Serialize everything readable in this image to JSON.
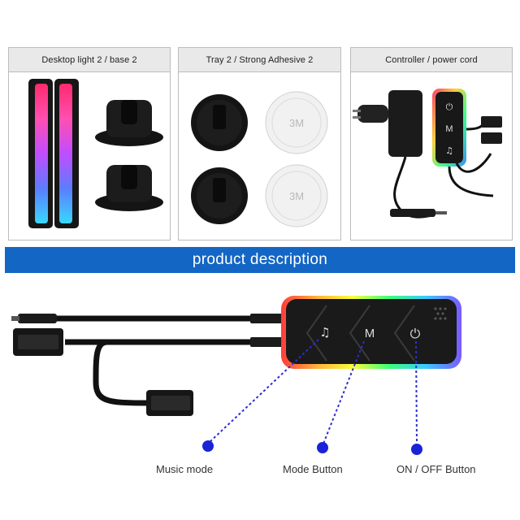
{
  "panels": [
    {
      "title": "Desktop light 2 / base 2"
    },
    {
      "title": "Tray 2 / Strong Adhesive 2"
    },
    {
      "title": "Controller / power cord"
    }
  ],
  "banner": {
    "title": "product description"
  },
  "controller": {
    "buttons": [
      {
        "icon": "music-note-icon",
        "glyph": "♫"
      },
      {
        "icon": "mode-m-icon",
        "glyph": "M"
      },
      {
        "icon": "power-icon",
        "glyph": "⏻"
      }
    ]
  },
  "callouts": {
    "music": "Music mode",
    "mode": "Mode Button",
    "onoff": "ON / OFF Button"
  },
  "adhesive_label": "3M",
  "colors": {
    "banner": "#1466c4",
    "dot": "#1a23d6",
    "dash": "#2a2fd0"
  }
}
